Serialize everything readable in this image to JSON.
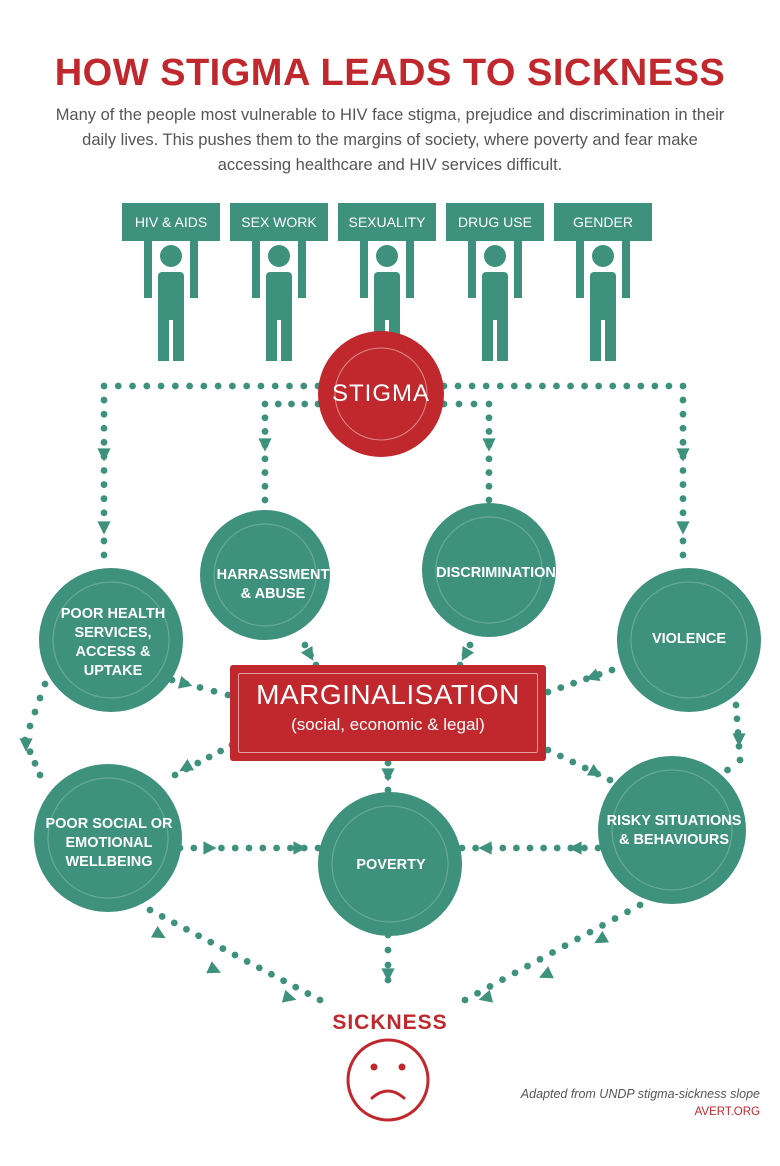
{
  "title": "HOW STIGMA LEADS TO SICKNESS",
  "intro": "Many of the people most vulnerable to HIV face stigma, prejudice and discrimination in their daily lives. This pushes them to the margins of society, where poverty and fear make accessing healthcare and HIV services difficult.",
  "signs": [
    "HIV & AIDS",
    "SEX WORK",
    "SEXUALITY",
    "DRUG USE",
    "GENDER"
  ],
  "stigma": "STIGMA",
  "nodes": {
    "harassment": "HARRASSMENT & ABUSE",
    "discrimination": "DISCRIMINATION",
    "poor_health": "POOR HEALTH SERVICES, ACCESS & UPTAKE",
    "violence": "VIOLENCE",
    "poor_social": "POOR SOCIAL OR EMOTIONAL WELLBEING",
    "poverty": "POVERTY",
    "risky": "RISKY SITUATIONS & BEHAVIOURS"
  },
  "marginalisation": {
    "title": "MARGINALISATION",
    "subtitle": "(social, economic & legal)"
  },
  "sickness": "SICKNESS",
  "credit": "Adapted from UNDP stigma-sickness slope",
  "site": "AVERT.ORG",
  "colors": {
    "teal": "#3e917c",
    "red": "#c0282d",
    "text_grey": "#555555"
  },
  "icons": [
    "person-sign-icon",
    "sad-face-icon",
    "arrowhead-icon"
  ]
}
